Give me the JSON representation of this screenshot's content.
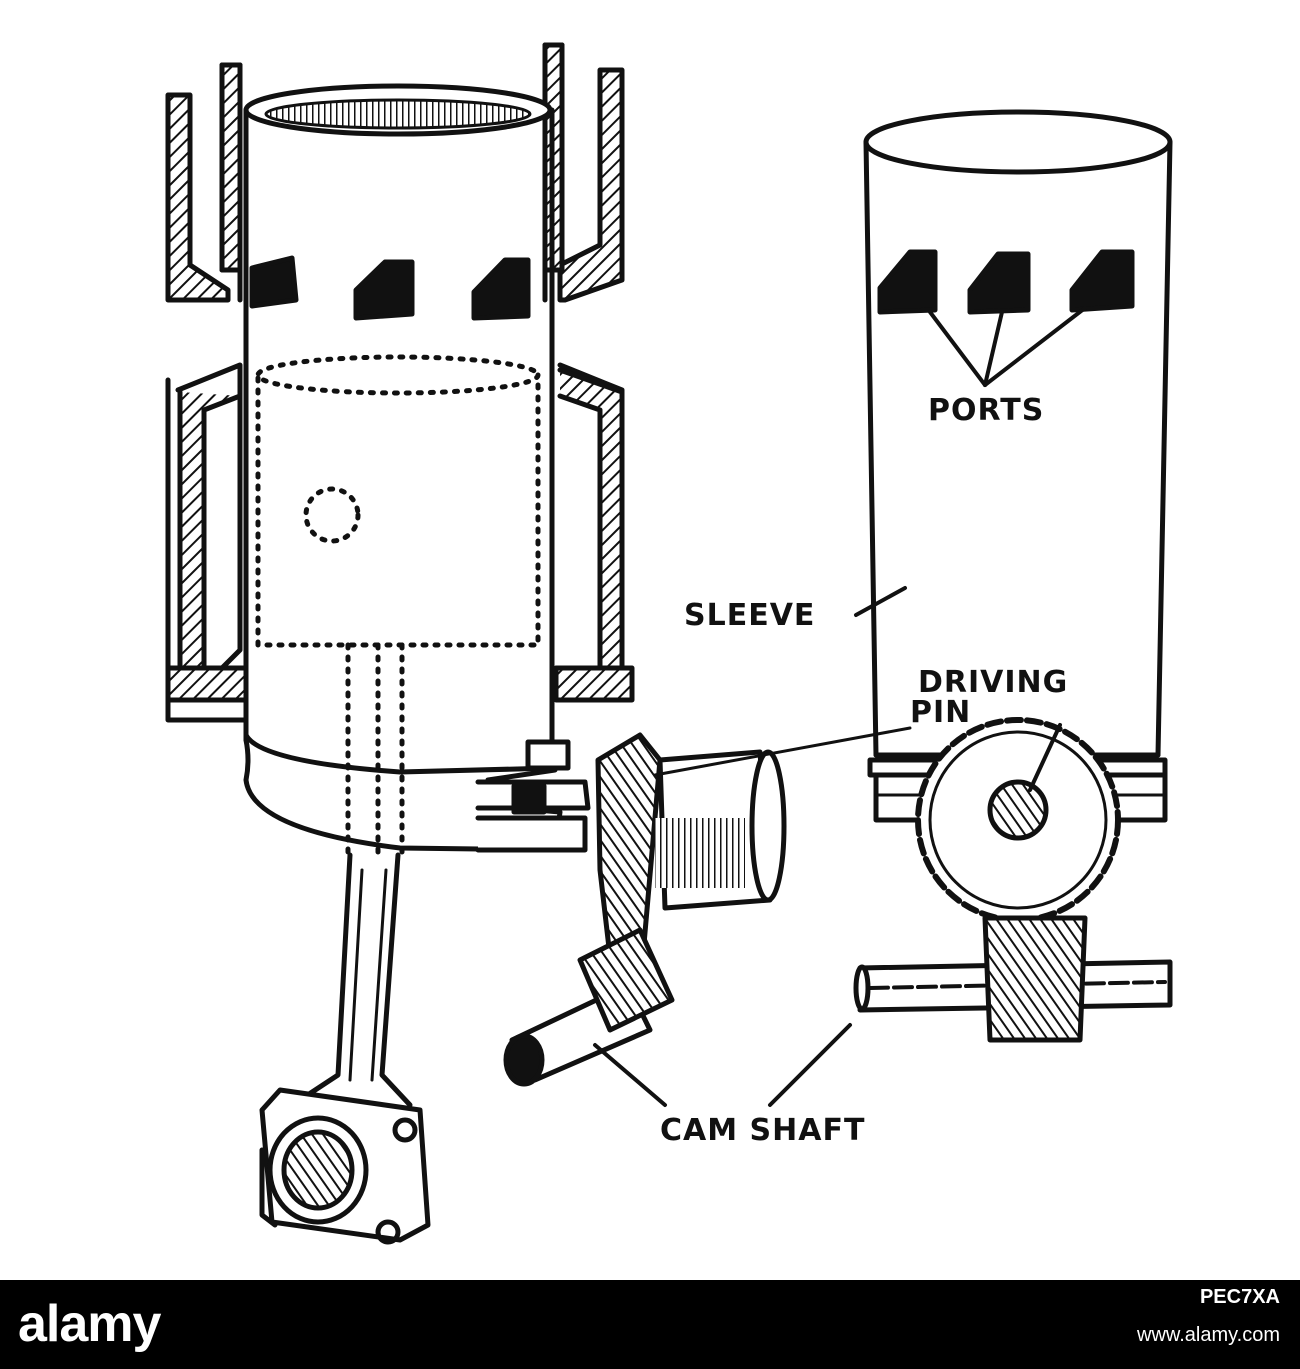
{
  "diagram": {
    "labels": {
      "ports": "PORTS",
      "sleeve": "SLEEVE",
      "driving_1": "DRIVING",
      "driving_2": "PIN",
      "cam_shaft": "CAM SHAFT"
    }
  },
  "footer": {
    "brand": "alamy",
    "image_code": "PEC7XA",
    "site": "www.alamy.com"
  },
  "colors": {
    "ink": "#111111",
    "paper": "#ffffff",
    "banner": "#000000"
  }
}
